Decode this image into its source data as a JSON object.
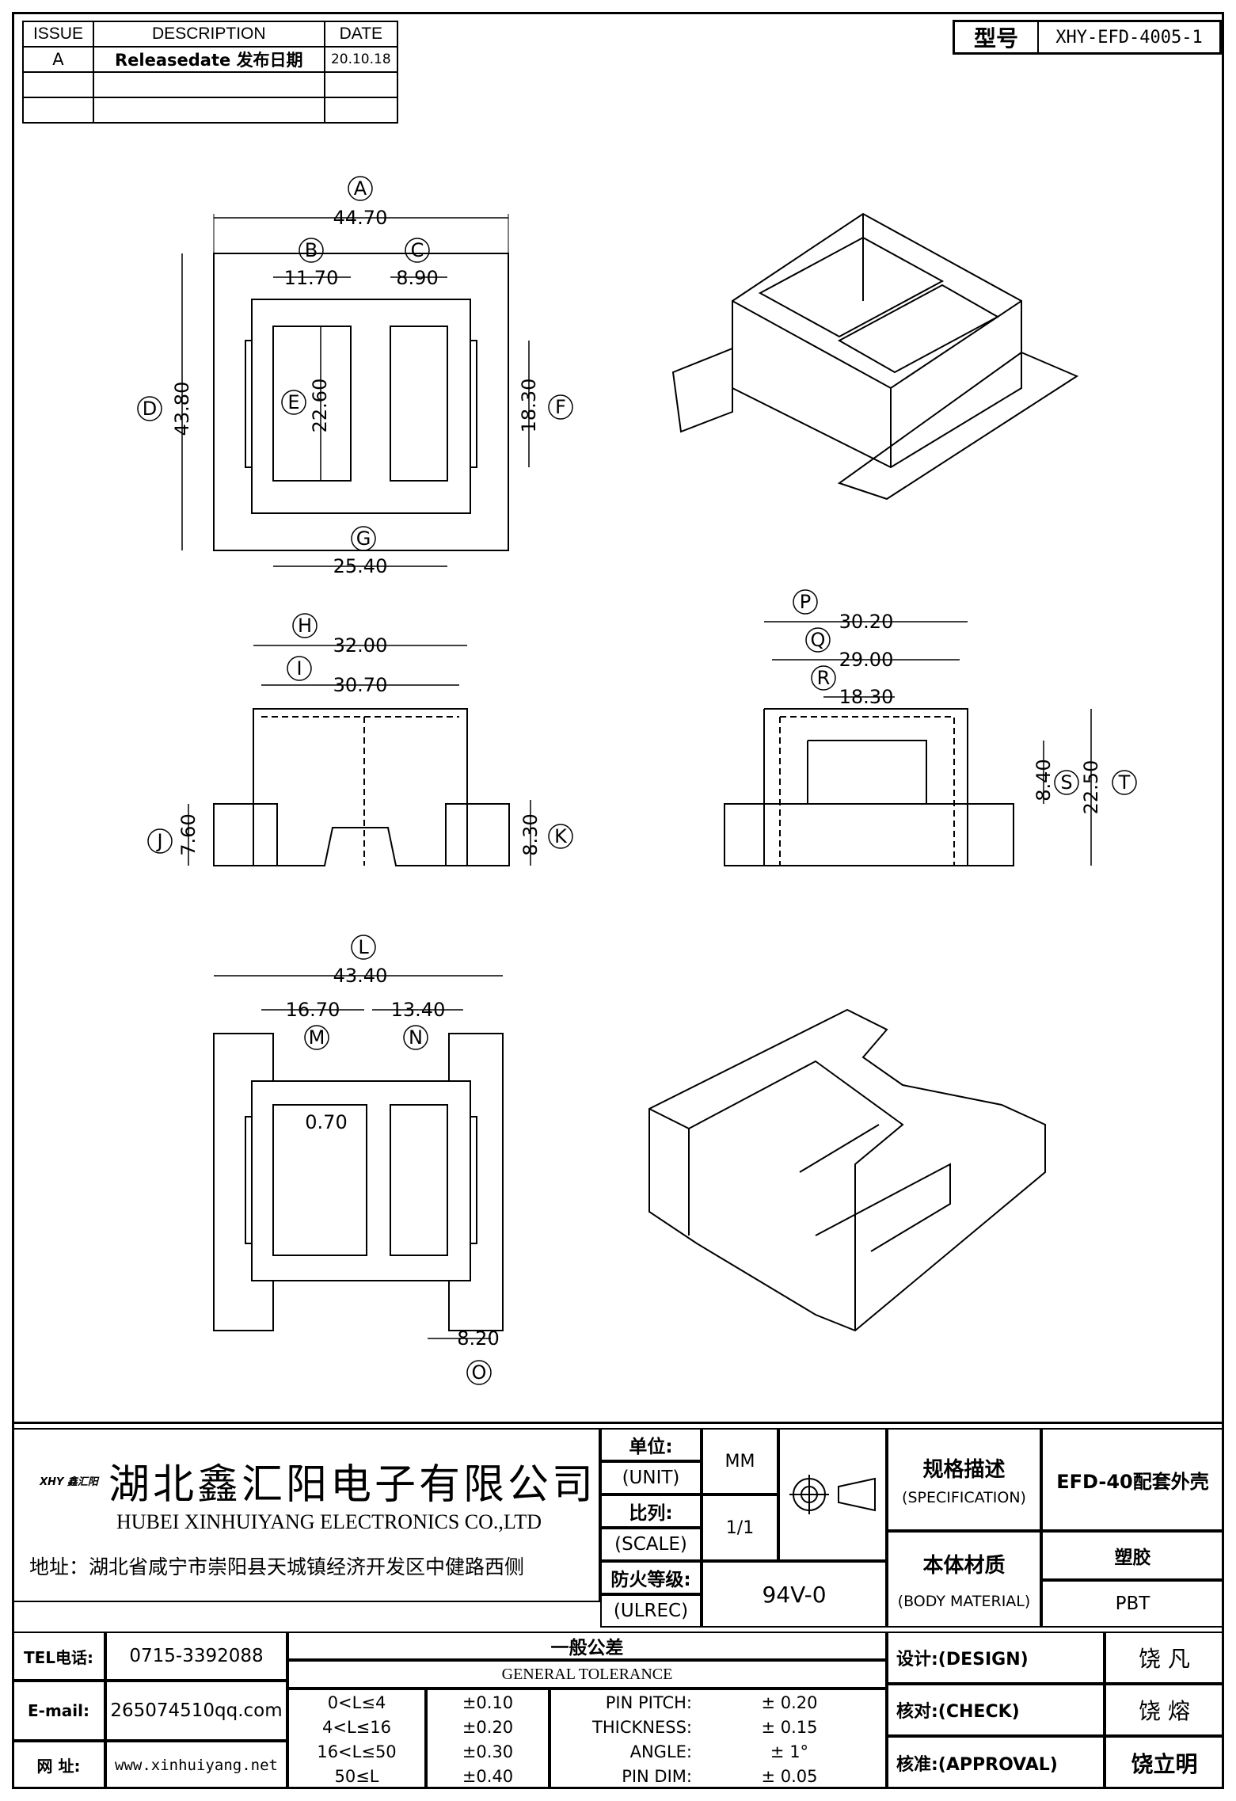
{
  "revision_table": {
    "headers": [
      "ISSUE",
      "DESCRIPTION",
      "DATE"
    ],
    "rows": [
      {
        "issue": "A",
        "description": "Releasedate 发布日期",
        "date": "20.10.18"
      },
      {
        "issue": "",
        "description": "",
        "date": ""
      },
      {
        "issue": "",
        "description": "",
        "date": ""
      }
    ]
  },
  "part_number": {
    "label": "型号",
    "value": "XHY-EFD-4005-1"
  },
  "drawing": {
    "callouts": {
      "A": "44.70",
      "B": "11.70",
      "C": "8.90",
      "D": "43.80",
      "E": "22.60",
      "F": "18.30",
      "G": "25.40",
      "H": "32.00",
      "I": "30.70",
      "J": "7.60",
      "K": "8.30",
      "L": "43.40",
      "M": "16.70",
      "N": "13.40",
      "O": "8.20",
      "P": "30.20",
      "Q": "29.00",
      "R": "18.30",
      "S": "8.40",
      "T": "22.50"
    },
    "gap_label": "0.70"
  },
  "title_block": {
    "company_cn": "湖北鑫汇阳电子有限公司",
    "company_en": "HUBEI XINHUIYANG ELECTRONICS CO.,LTD",
    "logo_text": "XHY 鑫汇阳",
    "address": "地址：湖北省咸宁市崇阳县天城镇经济开发区中健路西侧",
    "unit_label_cn": "单位:",
    "unit_label_en": "(UNIT)",
    "unit_value": "MM",
    "scale_label_cn": "比列:",
    "scale_label_en": "(SCALE)",
    "scale_value": "1/1",
    "fire_label_cn": "防火等级:",
    "fire_label_en": "(ULREC)",
    "fire_value": "94V-0",
    "spec_label_cn": "规格描述",
    "spec_label_en": "(SPECIFICATION)",
    "spec_value": "EFD-40配套外壳",
    "material_label_cn": "本体材质",
    "material_label_en": "(BODY MATERIAL)",
    "material_value_cn": "塑胶",
    "material_value_en": "PBT",
    "tel_label": "TEL电话:",
    "tel_value": "0715-3392088",
    "email_label": "E-mail:",
    "email_value": "265074510qq.com",
    "web_label": "网  址:",
    "web_value": "www.xinhuiyang.net",
    "tolerance_title_cn": "一般公差",
    "tolerance_title_en": "GENERAL TOLERANCE",
    "tolerance_rows": [
      {
        "range": "0<L≤4",
        "tol": "±0.10",
        "item": "PIN PITCH:",
        "value": "±  0.20"
      },
      {
        "range": "4<L≤16",
        "tol": "±0.20",
        "item": "THICKNESS:",
        "value": "±  0.15"
      },
      {
        "range": "16<L≤50",
        "tol": "±0.30",
        "item": "ANGLE:",
        "value": "±  1°"
      },
      {
        "range": "50≤L",
        "tol": "±0.40",
        "item": "PIN DIM:",
        "value": "±  0.05"
      }
    ],
    "design_label": "设计:(DESIGN)",
    "design_value": "饶  凡",
    "check_label": "核对:(CHECK)",
    "check_value": "饶  熔",
    "approval_label": "核准:(APPROVAL)",
    "approval_value": "饶立明"
  }
}
